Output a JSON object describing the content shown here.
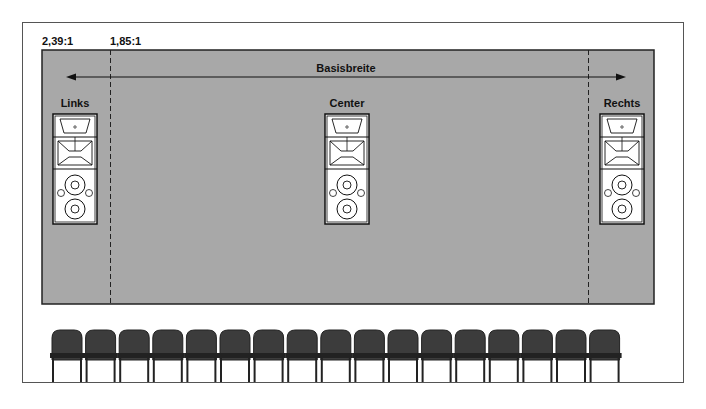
{
  "diagram": {
    "nodes": [
      {
        "text": [
          "Links"
        ]
      },
      {
        "text": [
          "Center"
        ]
      },
      {
        "text": [
          "Rechts"
        ]
      }
    ],
    "labels": [
      "2,39:1",
      "1,85:1",
      "Basisbreite"
    ]
  }
}
